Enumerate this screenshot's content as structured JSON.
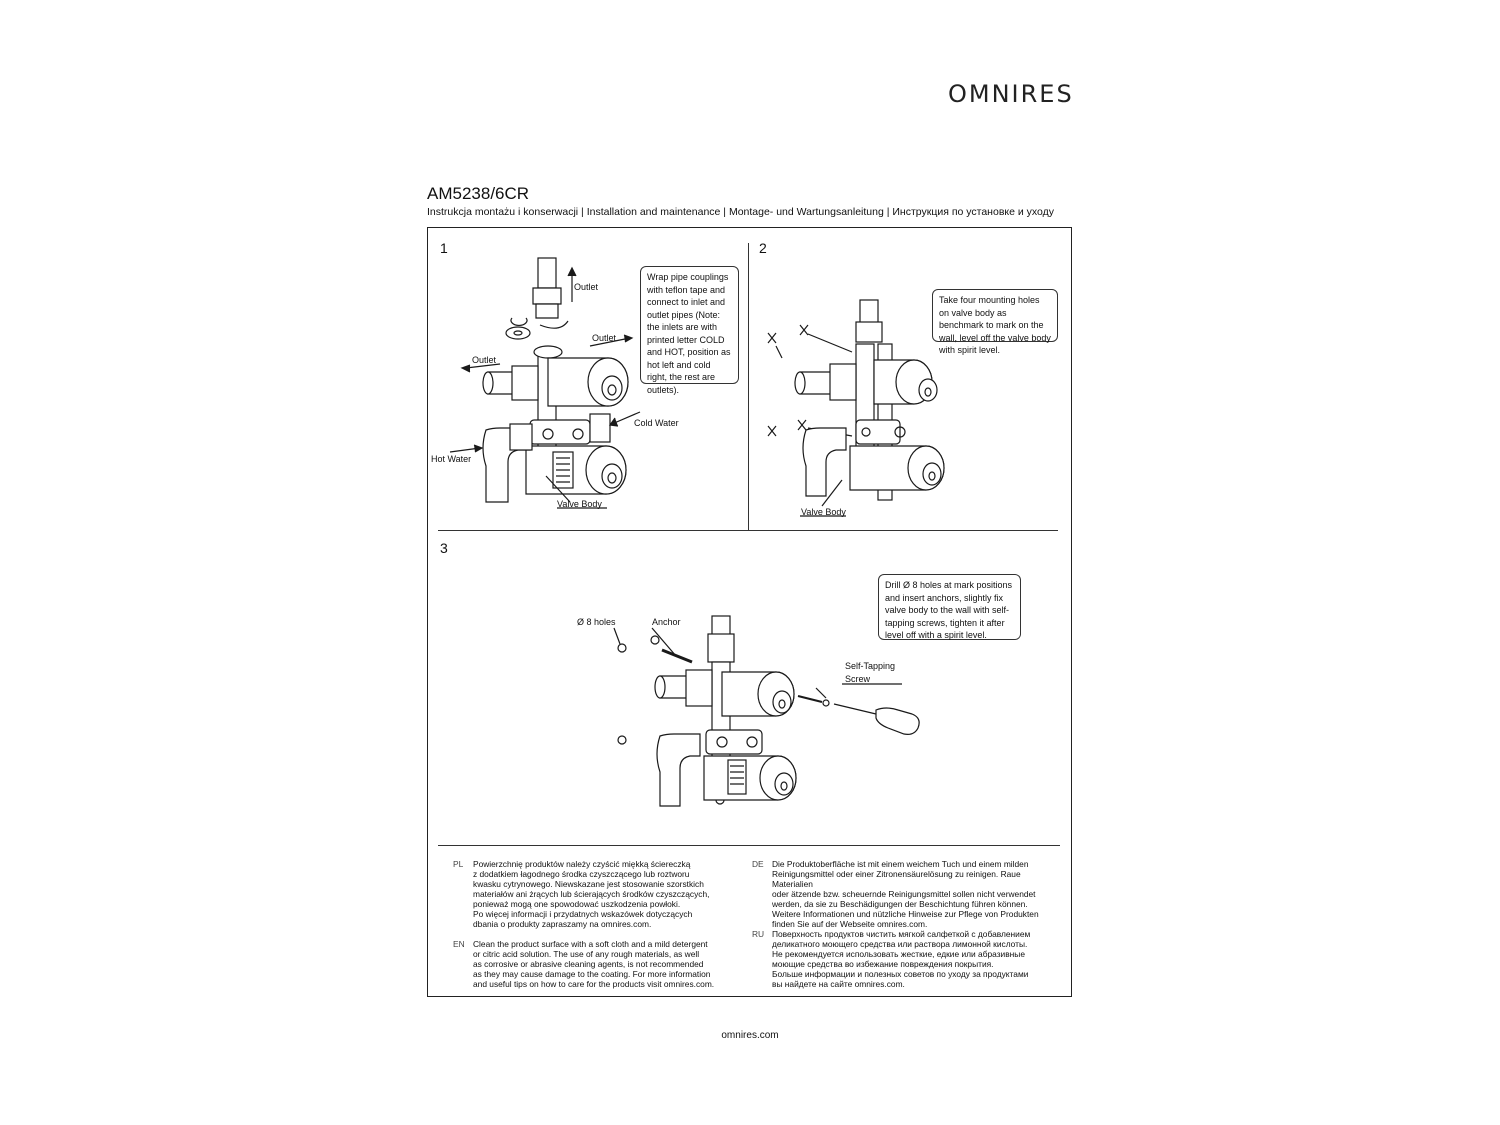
{
  "brand": "OMNIRES",
  "model": "AM5238/6CR",
  "subtitle": "Instrukcja montażu i konserwacji | Installation and maintenance | Montage- und Wartungsanleitung | Инструкция по установке и уходу",
  "steps": {
    "s1": {
      "number": "1",
      "note": "Wrap pipe couplings with teflon tape and connect to inlet and outlet pipes (Note: the inlets are with printed letter COLD and HOT, position as hot left and cold right, the rest are outlets).",
      "labels": {
        "outlet_top": "Outlet",
        "outlet_right": "Outlet",
        "outlet_left": "Outlet",
        "cold_water": "Cold Water",
        "hot_water": "Hot Water",
        "valve_body": "Valve Body"
      }
    },
    "s2": {
      "number": "2",
      "note": "Take four mounting holes on valve body as benchmark to mark on the wall, level off the valve body with spirit level.",
      "labels": {
        "valve_body": "Valve Body"
      }
    },
    "s3": {
      "number": "3",
      "note": "Drill  Ø 8 holes at mark positions and insert anchors, slightly fix valve body to the wall with self-tapping screws, tighten it after level off with a spirit level.",
      "labels": {
        "holes": "Ø 8 holes",
        "anchor": "Anchor",
        "screw_1": "Self-Tapping",
        "screw_2": "Screw"
      }
    }
  },
  "care": {
    "pl": {
      "code": "PL",
      "text": "Powierzchnię produktów należy czyścić miękką ściereczką\nz dodatkiem łagodnego środka czyszczącego lub roztworu\nkwasku cytrynowego. Niewskazane jest stosowanie szorstkich\nmateriałów ani żrących lub ścierających środków czyszczących,\nponieważ mogą one spowodować uszkodzenia powłoki.\nPo więcej informacji i przydatnych wskazówek dotyczących\ndbania o produkty zapraszamy na omnires.com."
    },
    "en": {
      "code": "EN",
      "text": "Clean the product surface with a soft cloth and a mild detergent\nor citric acid solution. The use of any rough materials, as well\nas corrosive or abrasive cleaning agents, is not recommended\nas they may cause damage to the coating. For more information\nand useful tips on how to care for the products visit omnires.com."
    },
    "de": {
      "code": "DE",
      "text": "Die Produktoberfläche ist mit einem weichem Tuch und einem milden\nReinigungsmittel oder einer Zitronensäurelösung zu reinigen. Raue Materialien\noder ätzende bzw. scheuernde Reinigungsmittel sollen nicht verwendet\nwerden, da sie zu Beschädigungen der Beschichtung führen können.\nWeitere Informationen und nützliche Hinweise zur Pflege von Produkten\nfinden Sie auf der Webseite omnires.com."
    },
    "ru": {
      "code": "RU",
      "text": "Поверхность продуктов чистить мягкой салфеткой с добавлением\nделикатного моющего средства или раствора лимонной кислоты.\nНе рекомендуется использовать жесткие, едкие или абразивные\nмоющие средства во избежание повреждения покрытия.\nБольше информации и полезных советов по уходу за продуктами\nвы найдете на сайте omnires.com."
    }
  },
  "footer": "omnires.com"
}
